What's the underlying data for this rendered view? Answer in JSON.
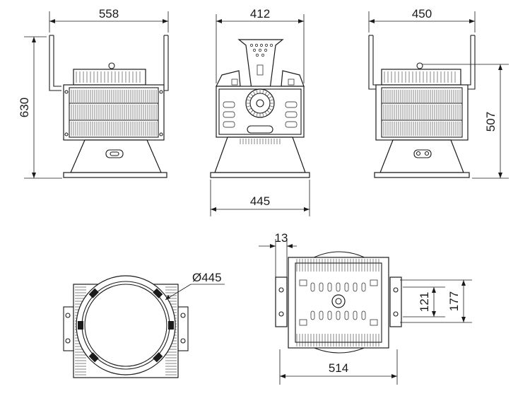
{
  "dimensions": {
    "front_width": "558",
    "front_height": "630",
    "side_width": "412",
    "side_base_width": "445",
    "back_width": "450",
    "back_height": "507",
    "front_lens_diameter": "Ø445",
    "bracket_thickness": "13",
    "bracket_hole_spacing_inner": "121",
    "bracket_hole_spacing_outer": "177",
    "top_overall_width": "514"
  },
  "colors": {
    "line": "#1a1a1a",
    "background": "#ffffff"
  }
}
